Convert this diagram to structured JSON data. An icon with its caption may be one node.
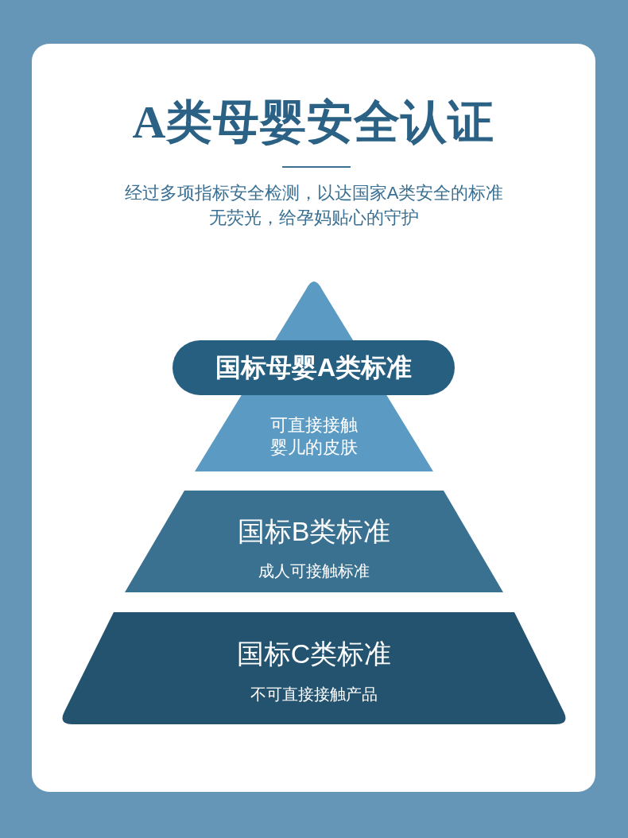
{
  "diagram": {
    "title": "A类母婴安全认证",
    "nodes": [
      {
        "text": [
          "国标母婴A类标准"
        ]
      },
      {
        "text": [
          "可直接接触婴儿的皮肤"
        ]
      },
      {
        "text": [
          "国标B类标准",
          "成人可接触标准"
        ]
      },
      {
        "text": [
          "国标C类标准",
          "不可直接接触产品"
        ]
      }
    ],
    "labels": [
      "经过多项指标安全检测，以达国家A类安全的标准无荧光，给孕妈贴心的守护"
    ]
  }
}
